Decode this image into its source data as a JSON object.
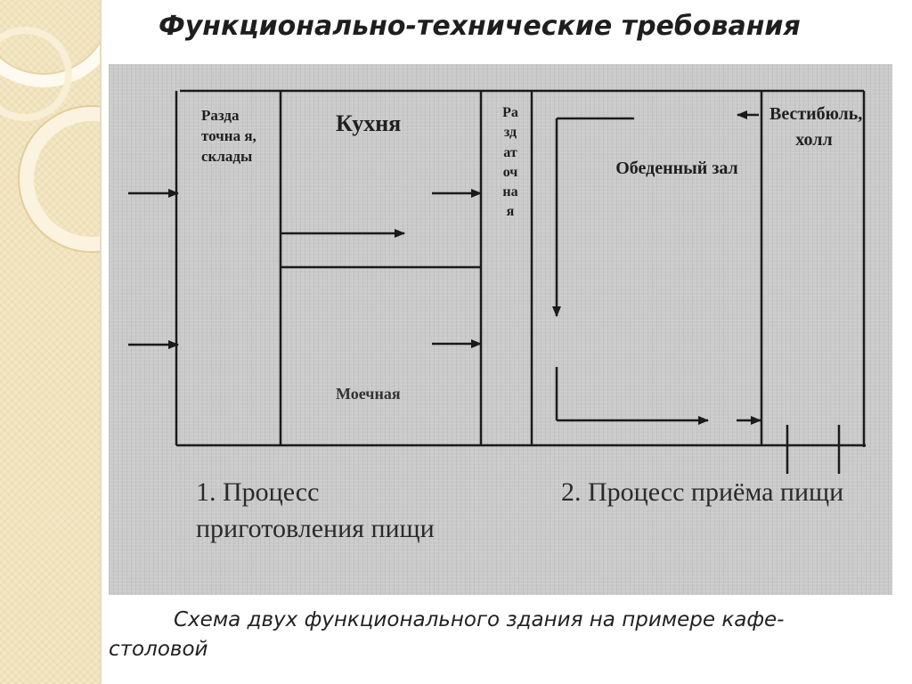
{
  "slide": {
    "title": "Функционально-технические требования",
    "caption": "Схема двух функционального здания на примере кафе-столовой"
  },
  "diagram": {
    "zones": {
      "storage": "Разда точна я, склады",
      "kitchen": "Кухня",
      "dishwashing": "Моечная",
      "serving": "Раздаточная",
      "dining": "Обеденный зал",
      "vestibule": "Вестибюль, холл"
    },
    "processes": {
      "prep": "1. Процесс приготовления пищи",
      "intake": "2. Процесс приёма пищи"
    }
  },
  "colors": {
    "strip": "#f3e7c4",
    "photo_bg": "#cacaca",
    "line": "#1a1a1a"
  }
}
